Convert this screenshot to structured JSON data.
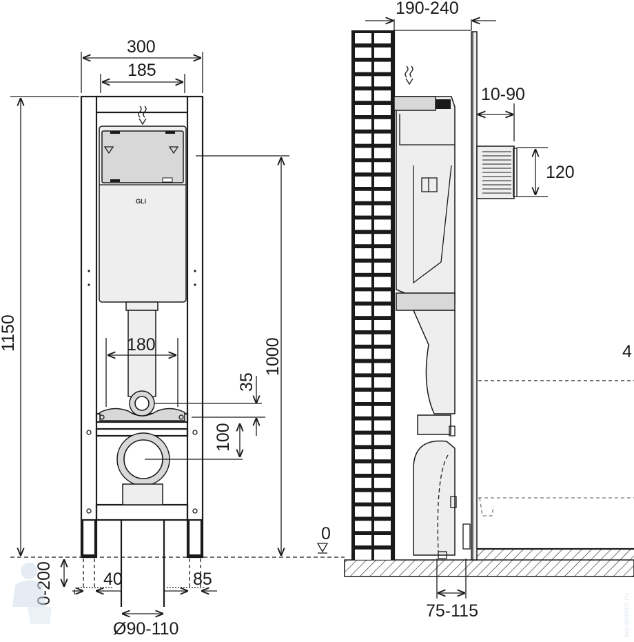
{
  "dimensions": {
    "frame_width": "300",
    "frame_inner_width": "185",
    "frame_height": "1150",
    "cistern_top_height": "1000",
    "foot_adjust": "0-200",
    "foot_left": "40",
    "foot_right": "85",
    "drain_pipe": "Ø90-110",
    "bolt_spacing": "180",
    "flush_offset": "35",
    "outlet_offset": "100",
    "wall_depth": "190-240",
    "panel_gap": "10-90",
    "flush_plate": "120",
    "drain_offset": "75-115",
    "floor_mark": "0",
    "cut_label": "4"
  },
  "logo_text": "GLI",
  "watermark": "aquanorm.ru"
}
